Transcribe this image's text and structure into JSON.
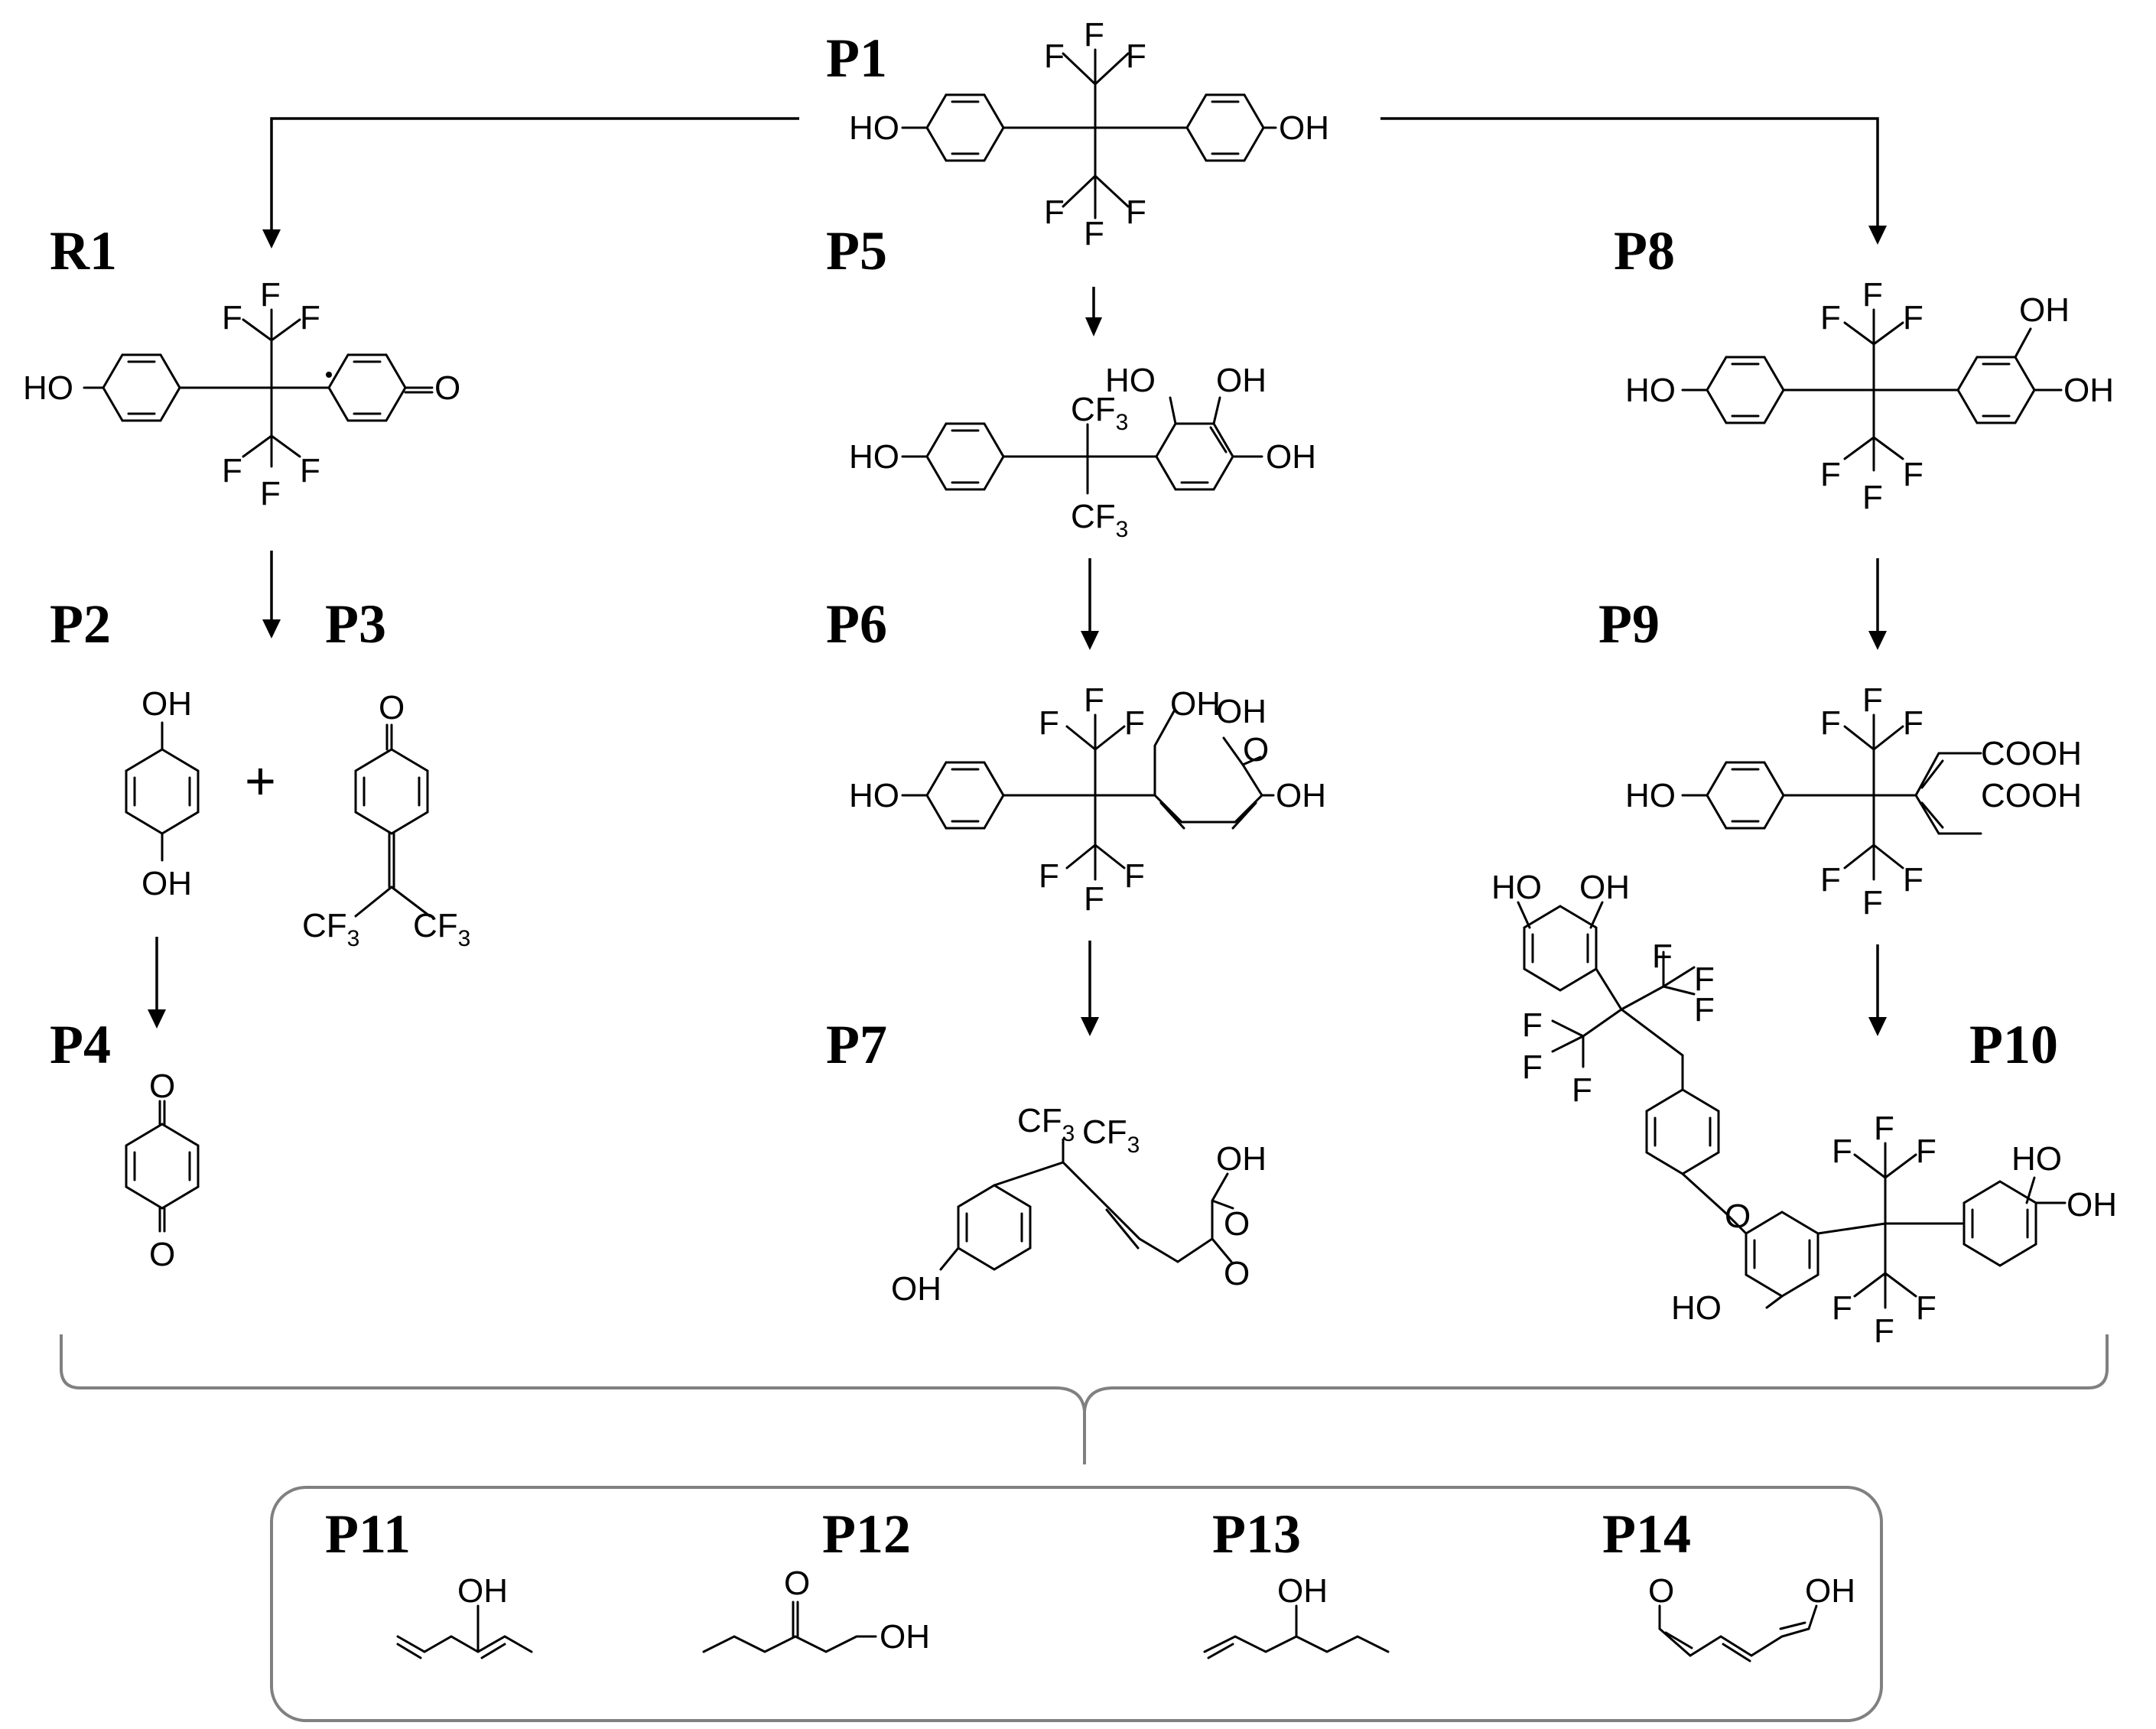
{
  "compounds": {
    "P1": "P1",
    "R1": "R1",
    "P2": "P2",
    "P3": "P3",
    "P4": "P4",
    "P5": "P5",
    "P6": "P6",
    "P7": "P7",
    "P8": "P8",
    "P9": "P9",
    "P10": "P10",
    "P11": "P11",
    "P12": "P12",
    "P13": "P13",
    "P14": "P14"
  },
  "atoms": {
    "ho": "HO",
    "oh": "OH",
    "f": "F",
    "o": "O",
    "cf": "CF",
    "cf_sub": "3",
    "cooh": "COOH",
    "plus": "+"
  },
  "colors": {
    "ink": "#000000",
    "brace": "#808080",
    "box": "#808080",
    "background": "#ffffff"
  }
}
